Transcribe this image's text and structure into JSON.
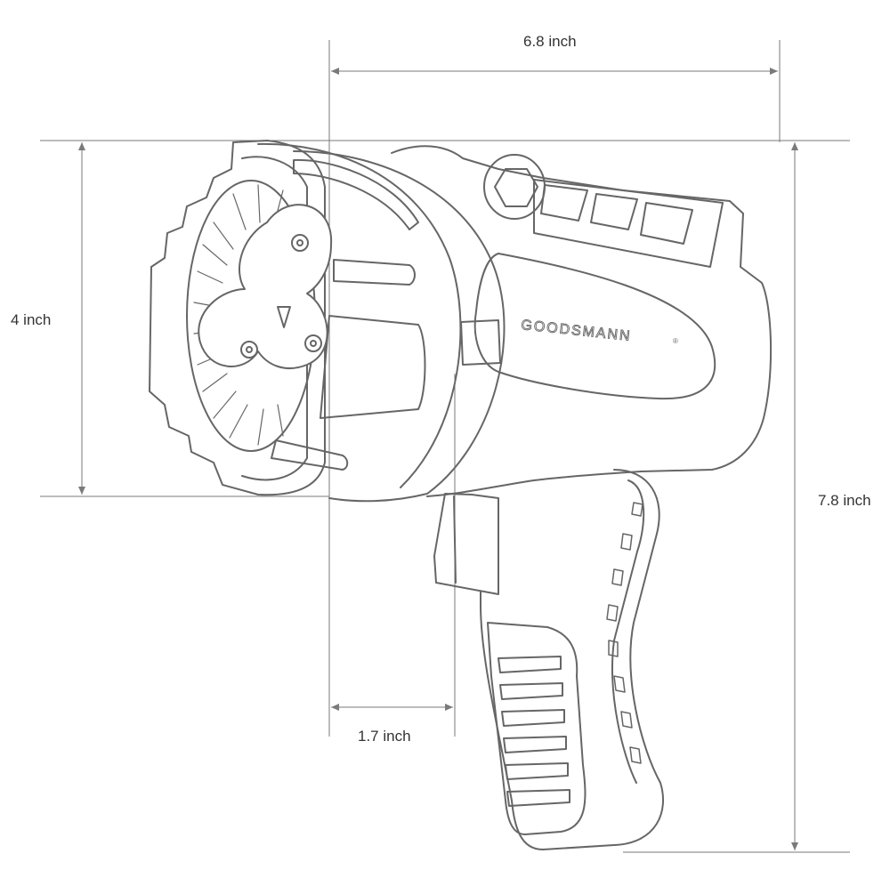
{
  "dimensions": {
    "overall_length": "6.8 inch",
    "head_height": "4 inch",
    "overall_height": "7.8 inch",
    "grip_offset": "1.7 inch"
  },
  "brand": {
    "name": "GOODSMANN",
    "mark": "®"
  },
  "colors": {
    "line": "#666666",
    "dimension_line": "#7a7a7a",
    "text": "#333333",
    "background": "#ffffff"
  }
}
